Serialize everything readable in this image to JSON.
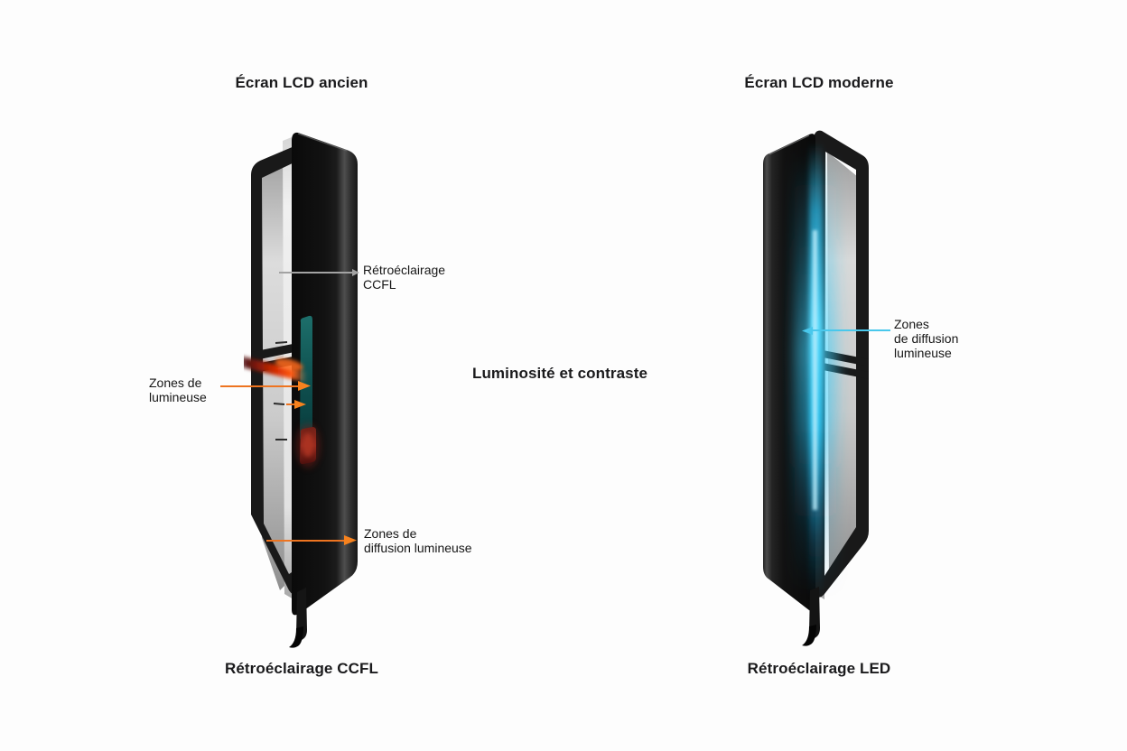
{
  "page": {
    "background": "#fdfdfd",
    "center_caption": "Luminosité et contraste"
  },
  "left_screen": {
    "title": "Écran LCD ancien",
    "footer_caption": "Rétroéclairage CCFL",
    "annotations": {
      "backlight": {
        "line1": "Rétroéclairage",
        "line2": "CCFL"
      },
      "light_zones": {
        "line1": "Zones de",
        "line2": "lumineuse"
      },
      "diffusion_zones": {
        "line1": "Zones de",
        "line2": "diffusion lumineuse"
      }
    }
  },
  "right_screen": {
    "title": "Écran LCD moderne",
    "footer_caption": "Rétroéclairage LED",
    "annotations": {
      "diffusion_zones": {
        "line1": "Zones",
        "line2": "de diffusion",
        "line3": "lumineuse"
      }
    }
  },
  "colors": {
    "text": "#1c1c1e",
    "leader_gray": "#a3a3a3",
    "leader_orange": "#ee7420",
    "leader_cyan": "#49c8ec",
    "ccfl_lamp_teal": "#11534f",
    "ccfl_glow_orange": "#ff4708",
    "ccfl_glow_red": "#962a1e",
    "led_glow_cyan": "#35c9f2"
  }
}
